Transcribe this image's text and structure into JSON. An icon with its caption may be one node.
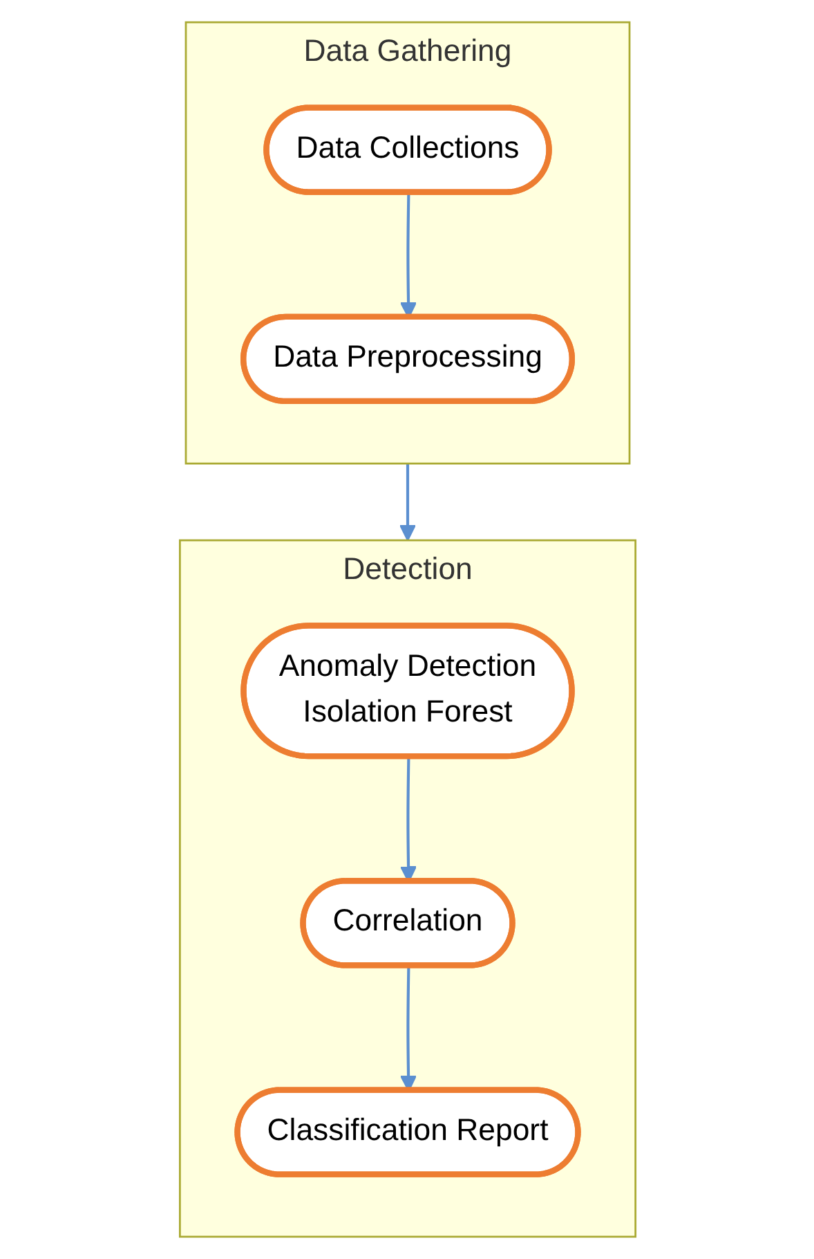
{
  "diagram": {
    "nodes": [
      {
        "text": [
          "Data Gathering"
        ]
      },
      {
        "text": [
          "Data Collections"
        ],
        "in": 0
      },
      {
        "text": [
          "Data Preprocessing"
        ],
        "in": 0
      },
      {
        "text": [
          "Detection"
        ]
      },
      {
        "text": [
          "Anomaly Detection",
          "Isolation Forest"
        ],
        "in": 3
      },
      {
        "text": [
          "Correlation"
        ],
        "in": 3
      },
      {
        "text": [
          "Classification Report"
        ],
        "in": 3
      }
    ],
    "edges": [
      {
        "from": 1,
        "to": 2,
        "arrow": "to"
      },
      {
        "from": 0,
        "to": 3,
        "arrow": "to"
      },
      {
        "from": 4,
        "to": 5,
        "arrow": "to"
      },
      {
        "from": 5,
        "to": 6,
        "arrow": "to"
      }
    ]
  }
}
